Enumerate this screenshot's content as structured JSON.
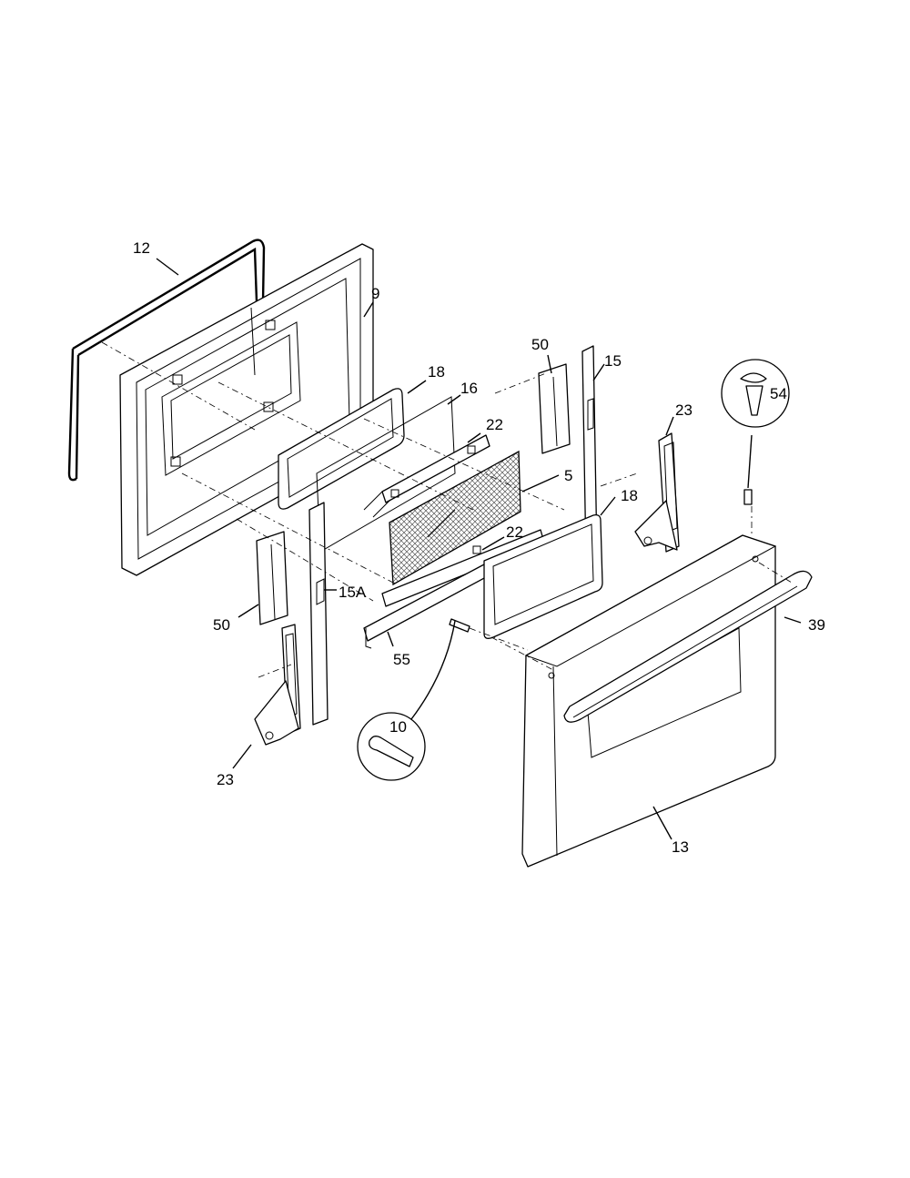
{
  "callouts": {
    "p12": "12",
    "p9": "9",
    "p18_top": "18",
    "p16": "16",
    "p50_top": "50",
    "p15": "15",
    "p54": "54",
    "p23_right": "23",
    "p22_top": "22",
    "p5": "5",
    "p18_mid": "18",
    "p22_mid": "22",
    "p15A": "15A",
    "p50_left": "50",
    "p55": "55",
    "p39": "39",
    "p10": "10",
    "p23_left": "23",
    "p13": "13"
  }
}
